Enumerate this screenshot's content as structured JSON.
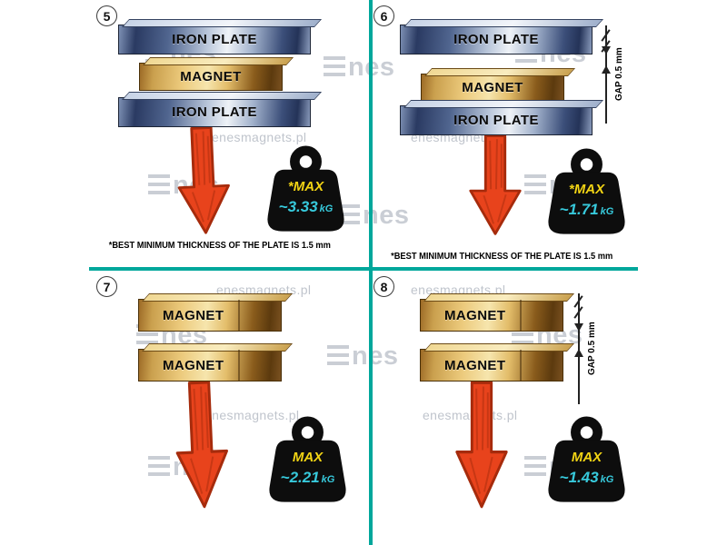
{
  "colors": {
    "divider": "#00a79b",
    "arrow": "#e8431c",
    "arrow_dark": "#a62b0c",
    "max_yellow": "#f2d414",
    "value_cyan": "#37c9db",
    "weight": "#0d0d0d",
    "watermark": "#b9bec7"
  },
  "watermark": {
    "site": "enesmagnets.pl",
    "brand": "nes"
  },
  "panels": [
    {
      "number": "5",
      "layers": [
        "IRON PLATE",
        "MAGNET",
        "IRON PLATE"
      ],
      "weight": {
        "label": "*MAX",
        "value": "~3.33",
        "unit": "kG"
      },
      "footnote": "*BEST MINIMUM THICKNESS OF THE PLATE IS 1.5 mm"
    },
    {
      "number": "6",
      "layers": [
        "IRON PLATE",
        "MAGNET",
        "IRON PLATE"
      ],
      "weight": {
        "label": "*MAX",
        "value": "~1.71",
        "unit": "kG"
      },
      "gap_label": "GAP  0.5 mm",
      "footnote": "*BEST MINIMUM THICKNESS OF THE PLATE IS 1.5 mm"
    },
    {
      "number": "7",
      "layers": [
        "MAGNET",
        "MAGNET"
      ],
      "weight": {
        "label": "MAX",
        "value": "~2.21",
        "unit": "kG"
      }
    },
    {
      "number": "8",
      "layers": [
        "MAGNET",
        "MAGNET"
      ],
      "weight": {
        "label": "MAX",
        "value": "~1.43",
        "unit": "kG"
      },
      "gap_label": "GAP  0.5 mm"
    }
  ]
}
